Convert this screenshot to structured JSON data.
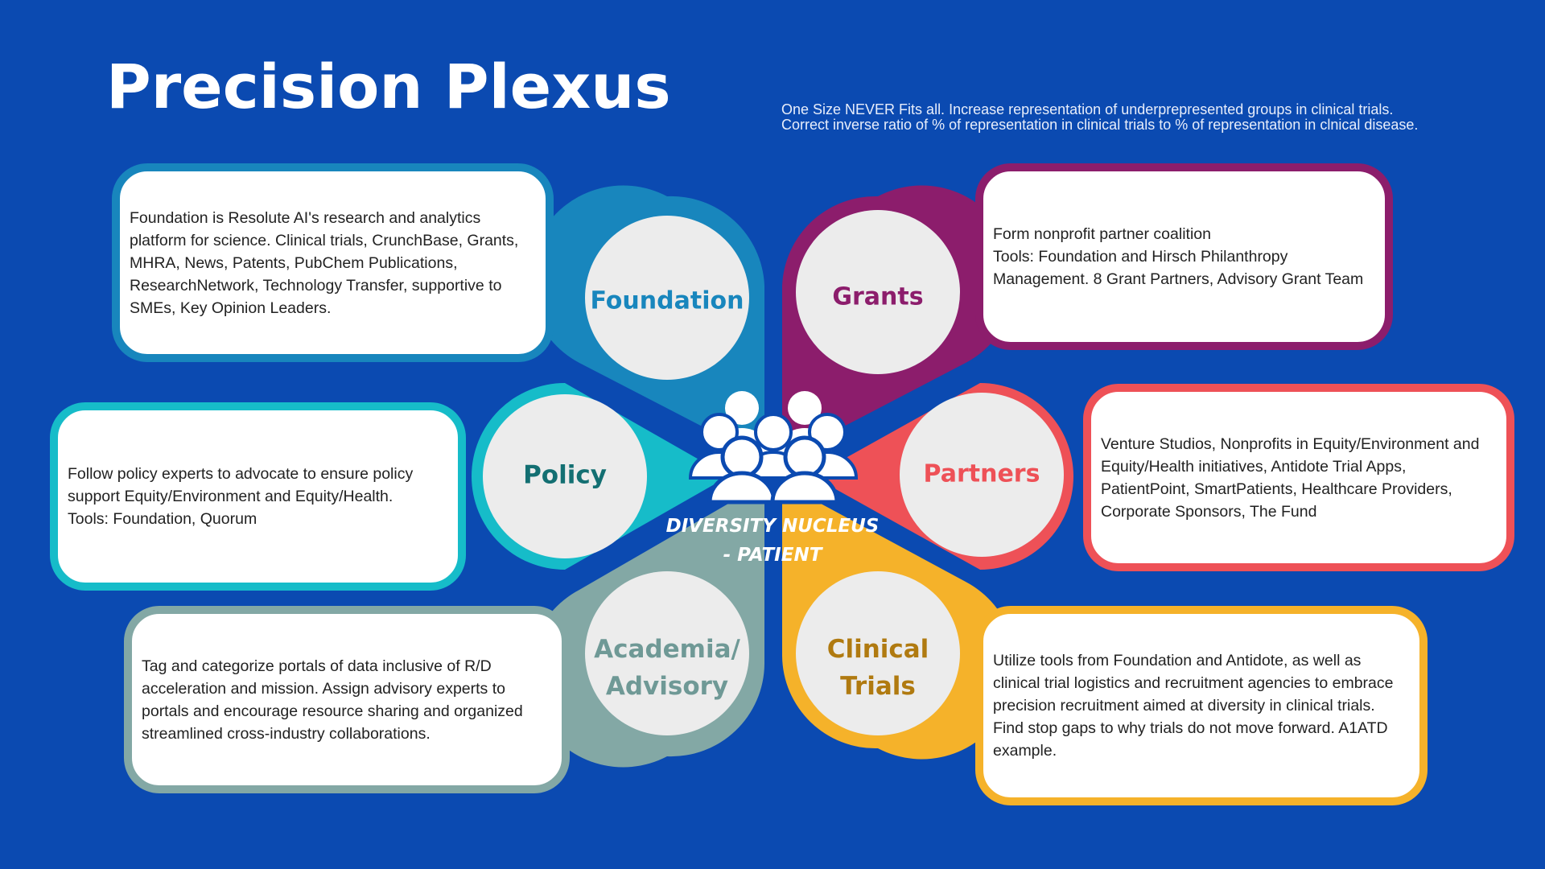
{
  "title": "Precision Plexus",
  "subtitle": "One Size NEVER Fits all. Increase representation of underprepresented groups in clinical trials. Correct inverse ratio of % of representation in clinical trials to % of representation in clnical disease.",
  "nucleus": {
    "label": "DIVERSITY NUCLEUS - PATIENT",
    "icon": "group-of-people-icon"
  },
  "colors": {
    "background": "#0b4ab1",
    "foundation": "#1886bd",
    "grants": "#8c1d6c",
    "partners": "#ee5157",
    "clinical_trials": "#f5b22a",
    "academia": "#83a8a5",
    "policy": "#16bcc9"
  },
  "petals": {
    "foundation": {
      "label": "Foundation",
      "text": "Foundation is Resolute AI's research and analytics platform for science. Clinical trials, CrunchBase, Grants, MHRA, News, Patents, PubChem Publications, ResearchNetwork, Technology Transfer, supportive to SMEs, Key Opinion Leaders."
    },
    "grants": {
      "label": "Grants",
      "text": "Form nonprofit partner coalition\nTools: Foundation and Hirsch Philanthropy Management. 8 Grant Partners, Advisory Grant Team"
    },
    "partners": {
      "label": "Partners",
      "text": "Venture Studios, Nonprofits in Equity/Environment and Equity/Health initiatives, Antidote Trial Apps, PatientPoint, SmartPatients, Healthcare Providers, Corporate Sponsors, The Fund"
    },
    "clinical_trials": {
      "label_line1": "Clinical",
      "label_line2": "Trials",
      "text": "Utilize tools from Foundation and Antidote, as well as clinical trial logistics and recruitment agencies to embrace precision recruitment aimed at diversity in clinical trials. Find stop gaps to why trials do not move forward. A1ATD example."
    },
    "academia": {
      "label_line1": "Academia/",
      "label_line2": "Advisory",
      "text": "Tag and categorize portals of data inclusive of R/D acceleration and mission. Assign advisory experts to portals and encourage resource sharing and organized streamlined cross-industry collaborations."
    },
    "policy": {
      "label": "Policy",
      "text": "Follow policy experts to advocate to ensure policy support Equity/Environment and Equity/Health.\nTools: Foundation, Quorum"
    }
  }
}
